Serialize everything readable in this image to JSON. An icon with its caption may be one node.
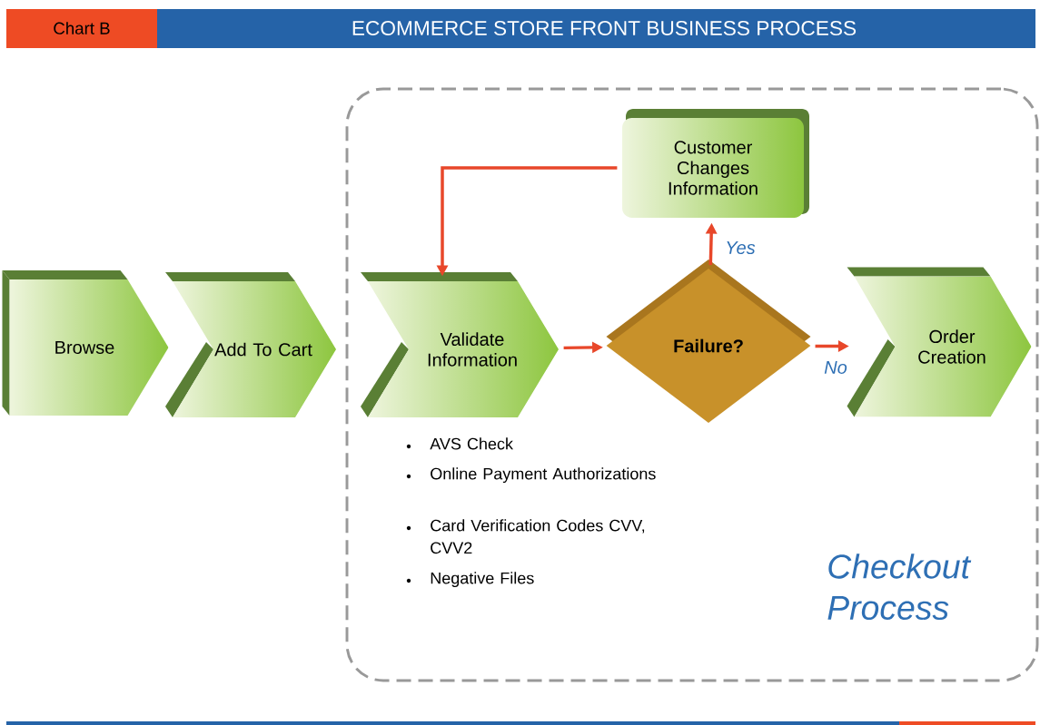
{
  "diagram": {
    "title": "ECOMMERCE STORE FRONT BUSINESS PROCESS",
    "nodes": [
      {
        "text": [
          "Checkout Process"
        ]
      },
      {
        "text": [
          "Browse"
        ]
      },
      {
        "text": [
          "Add To Cart"
        ]
      },
      {
        "text": [
          "Validate Information"
        ],
        "in": 0
      },
      {
        "text": [
          "Customer Changes Information"
        ],
        "in": 0
      },
      {
        "text": [
          "Failure?"
        ],
        "in": 0
      },
      {
        "text": [
          "Order Creation"
        ],
        "in": 0
      }
    ],
    "edges": [
      {
        "from": 3,
        "to": 5,
        "arrow": "to"
      },
      {
        "from": 5,
        "to": 4,
        "arrow": "to",
        "label": "Yes"
      },
      {
        "from": 4,
        "to": 3,
        "arrow": "to"
      },
      {
        "from": 5,
        "to": 6,
        "arrow": "to",
        "label": "No"
      }
    ],
    "labels": [
      "Chart B",
      "AVS Check",
      "Online Payment Authorizations",
      "Card Verification Codes CVV, CVV2",
      "Negative Files"
    ]
  }
}
